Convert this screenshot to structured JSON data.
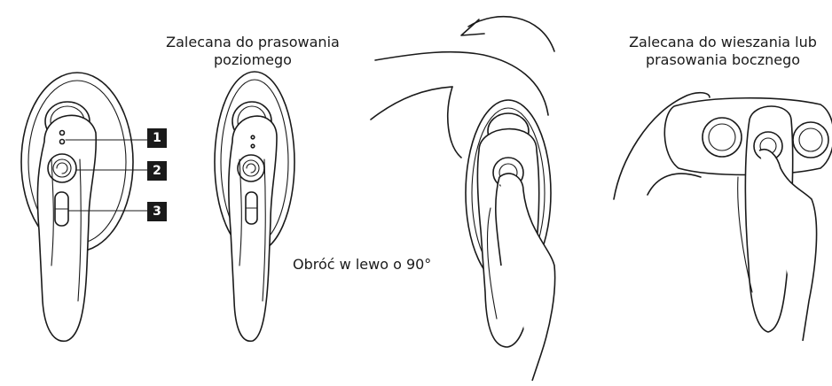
{
  "captions": {
    "horizontal": [
      "Zalecana do prasowania",
      "poziomego"
    ],
    "vertical": [
      "Zalecana do wieszania lub",
      "prasowania bocznego"
    ],
    "rotate": "Obróć w lewo o 90°"
  },
  "callouts": [
    {
      "number": "1"
    },
    {
      "number": "2"
    },
    {
      "number": "3"
    }
  ],
  "icons": [
    "steamer-front-view-icon",
    "steamer-front-view-plain-icon",
    "hand-rotating-steamer-icon",
    "counter-clockwise-arrow-icon",
    "hands-holding-steamer-sideways-icon"
  ]
}
